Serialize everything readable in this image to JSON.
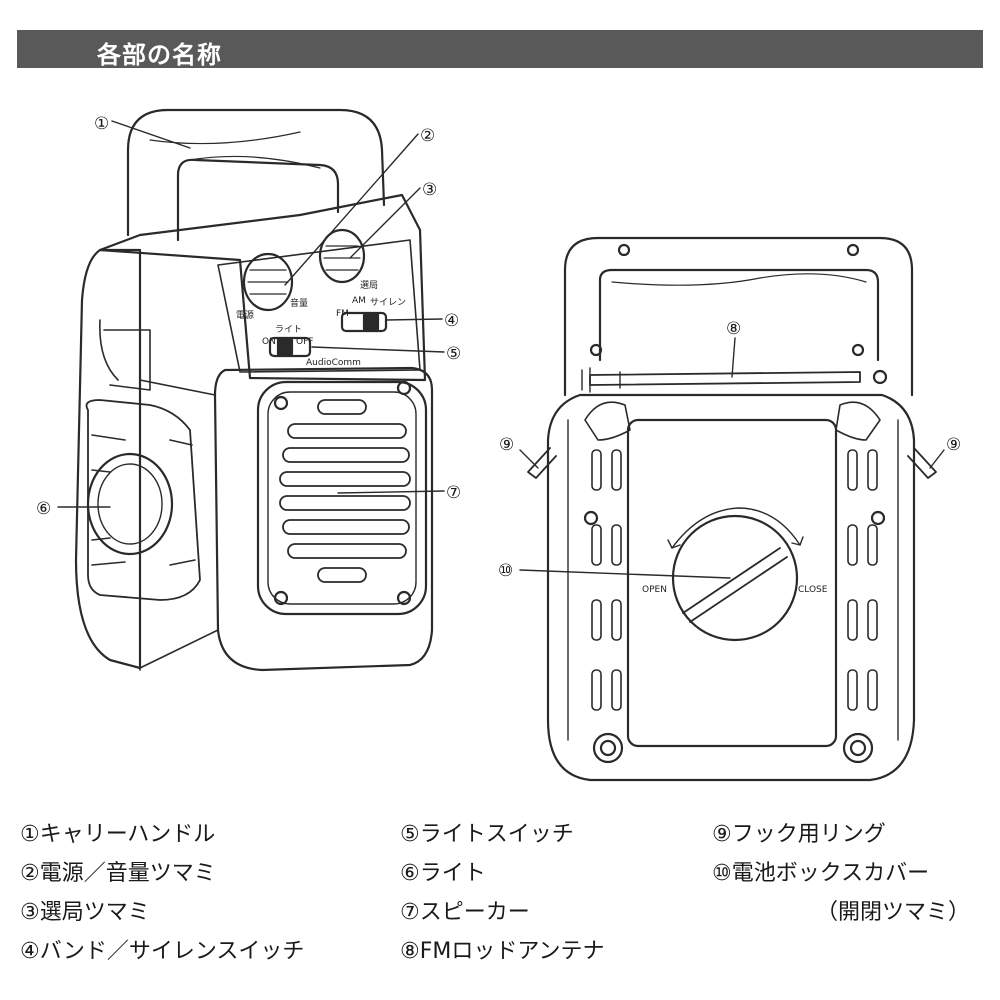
{
  "header": {
    "title": "各部の名称"
  },
  "figure": {
    "front_labels": {
      "brand": "AudioComm",
      "knob_power": "電源",
      "knob_volume": "音量",
      "knob_tuning": "選局",
      "light": "ライト",
      "light_on": "ON",
      "light_off": "OFF",
      "band_am": "AM",
      "band_fm": "FM",
      "band_siren": "サイレン"
    },
    "back_labels": {
      "open": "OPEN",
      "close": "CLOSE"
    },
    "callouts": [
      "①",
      "②",
      "③",
      "④",
      "⑤",
      "⑥",
      "⑦",
      "⑧",
      "⑨",
      "⑨",
      "⑩"
    ]
  },
  "parts": [
    "①キャリーハンドル",
    "②電源／音量ツマミ",
    "③選局ツマミ",
    "④バンド／サイレンスイッチ",
    "⑤ライトスイッチ",
    "⑥ライト",
    "⑦スピーカー",
    "⑧FMロッドアンテナ",
    "⑨フック用リング",
    "⑩電池ボックスカバー",
    "（開閉ツマミ）"
  ]
}
